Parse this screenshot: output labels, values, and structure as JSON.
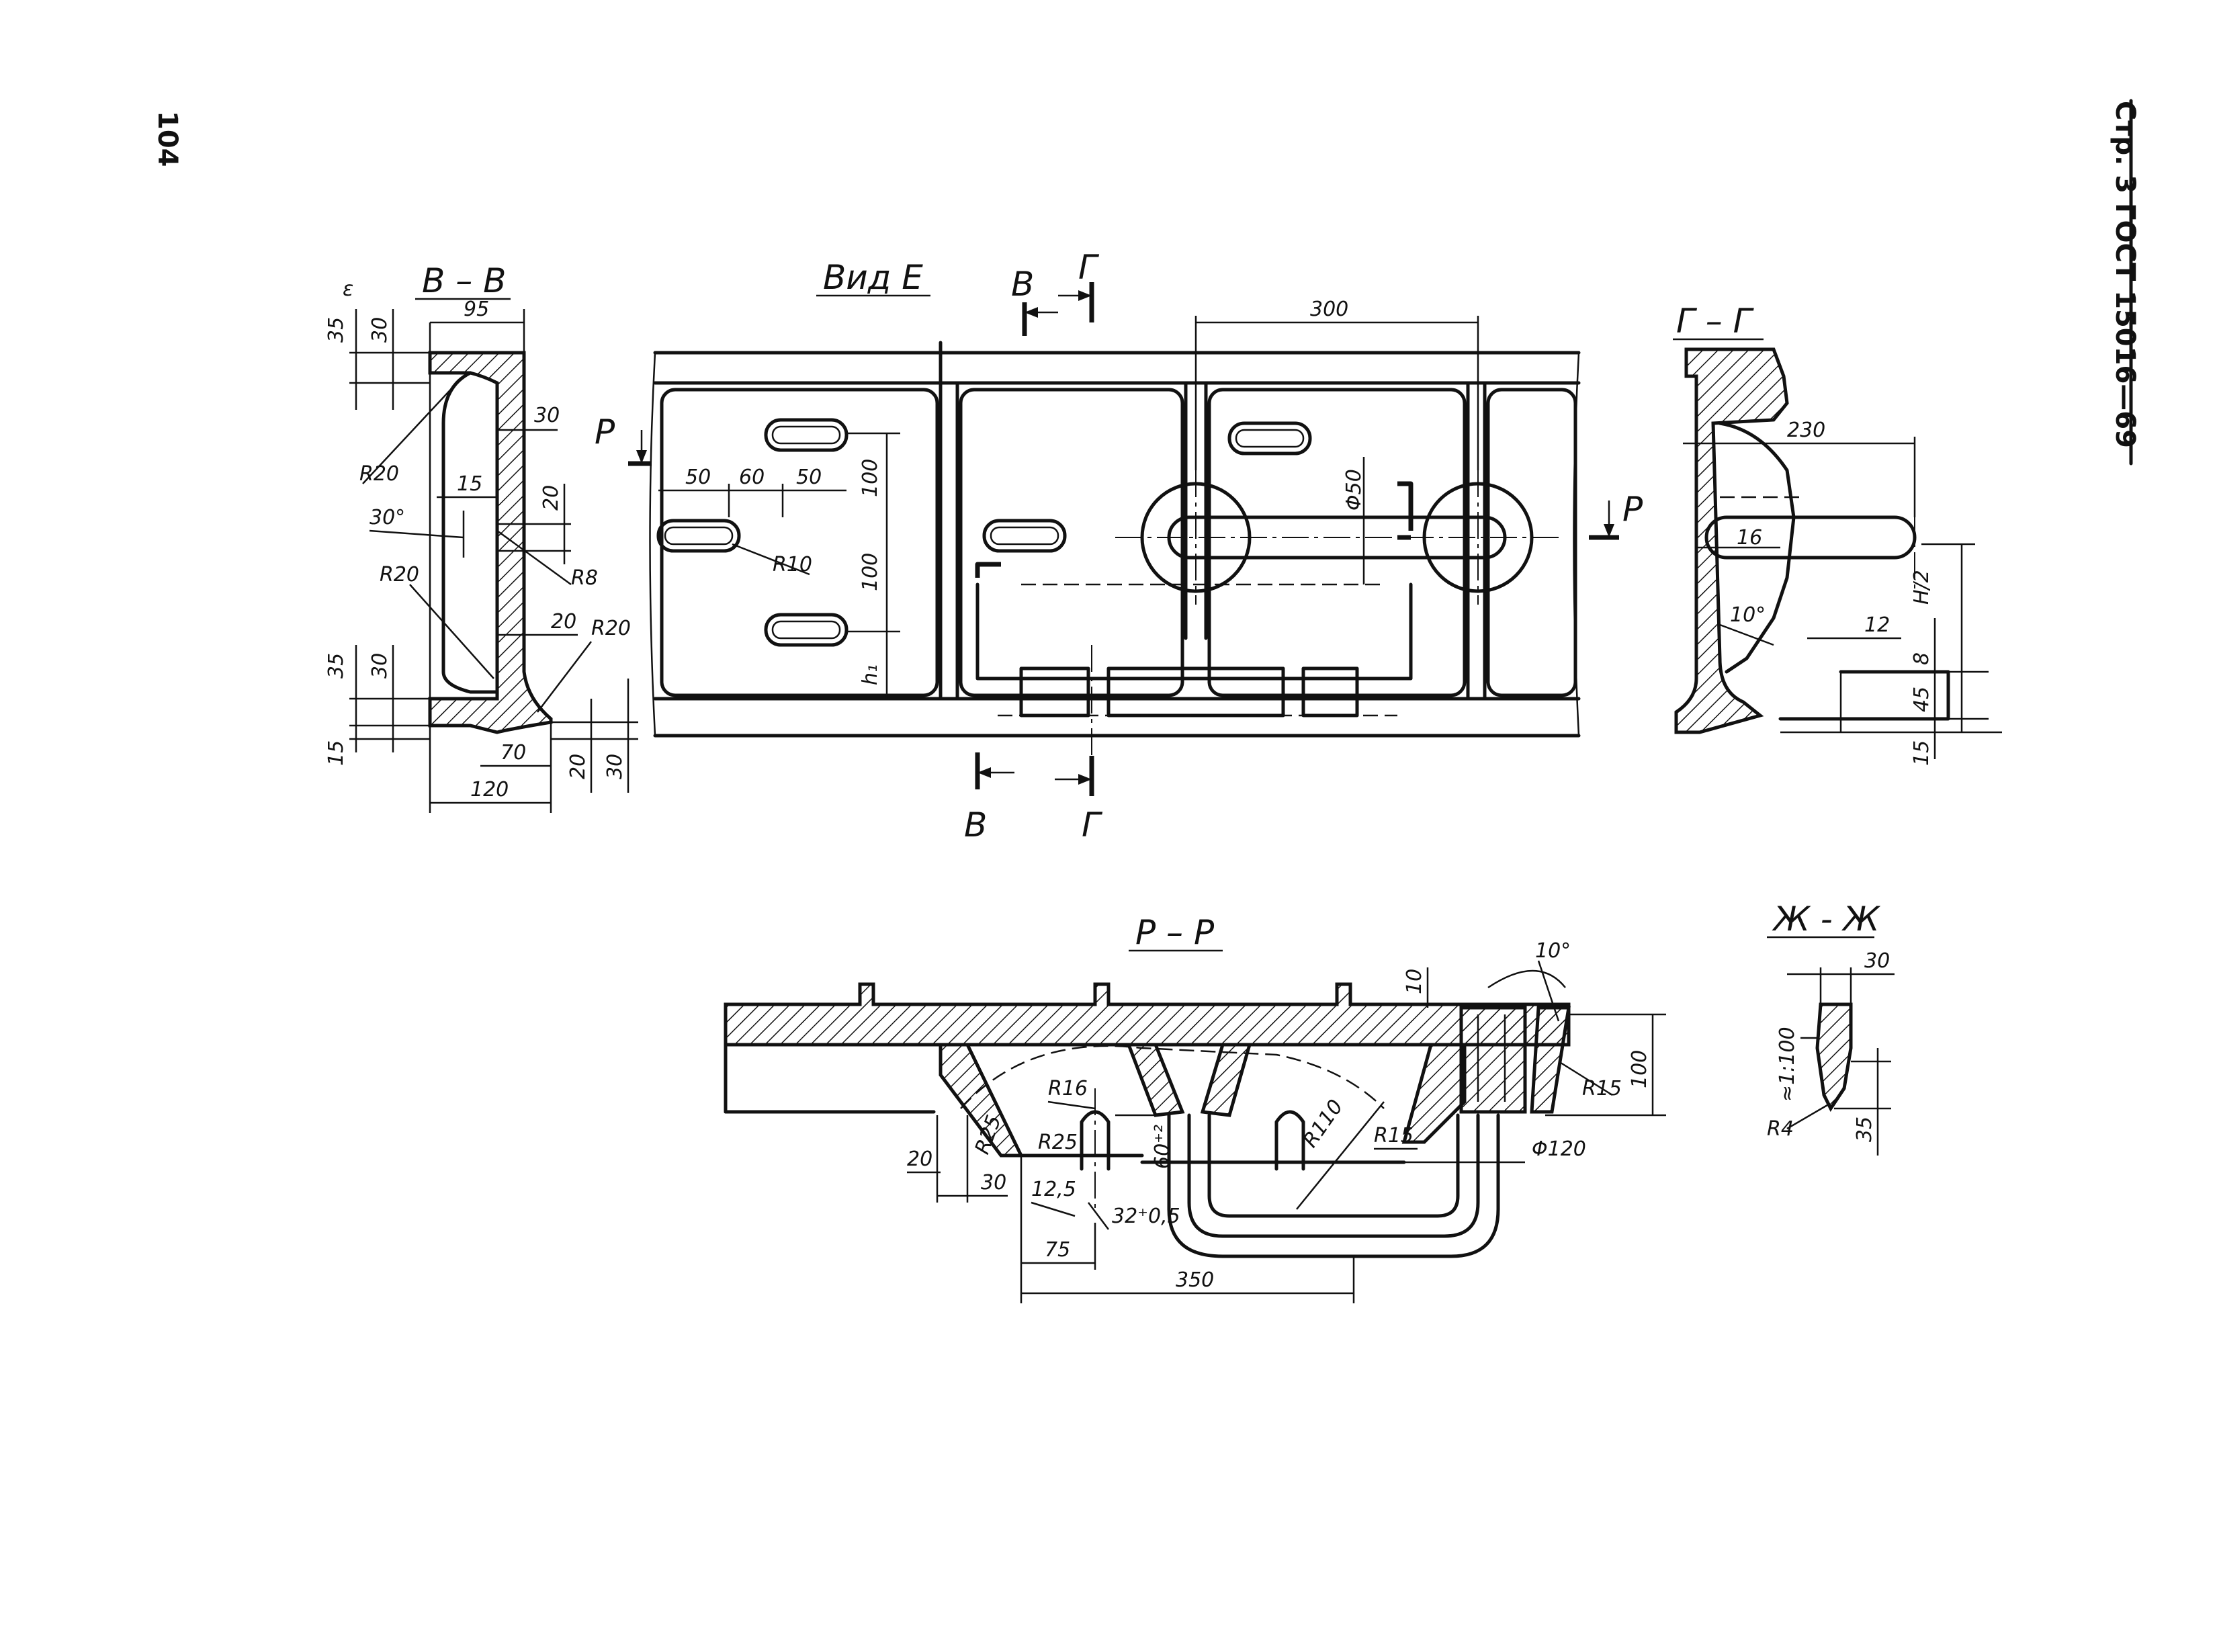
{
  "page": {
    "page_number": "104",
    "header_text": "Стр. 3  ГОСТ 15016—69",
    "small_mark": "ε"
  },
  "section_vv": {
    "title": "В – В",
    "dims": {
      "d95": "95",
      "d35a": "35",
      "d30a": "30",
      "d30b": "30",
      "r20a": "R20",
      "d15": "15",
      "d20a": "20",
      "ang30": "30°",
      "r8": "R8",
      "r20b": "R20",
      "d20b": "20",
      "r20c": "R20",
      "d35b": "35",
      "d30c": "30",
      "d15b": "15",
      "d70": "70",
      "d120": "120",
      "d20c": "20",
      "d30d": "30"
    }
  },
  "view_e": {
    "title": "Вид Е",
    "cut_top_left": "В",
    "cut_top_right": "Г",
    "cut_bottom_left": "В",
    "cut_bottom_right": "Г",
    "cut_p_left": "Р",
    "cut_p_right": "Р",
    "dims": {
      "d300": "300",
      "d50a": "50",
      "d60": "60",
      "d50b": "50",
      "d100a": "100",
      "d100b": "100",
      "h1": "h₁",
      "r10": "R10",
      "phi50": "Φ50"
    }
  },
  "section_gg": {
    "title": "Г – Г",
    "dims": {
      "d230": "230",
      "d16": "16",
      "ang10": "10°",
      "d12": "12",
      "d8": "8",
      "h2": "H/2",
      "d45": "45",
      "d15": "15"
    }
  },
  "section_pp": {
    "title": "Р – Р",
    "dims": {
      "d10": "10",
      "ang10": "10°",
      "r15a": "R15",
      "d100": "100",
      "r16": "R16",
      "r25a": "R25",
      "r25b": "R25",
      "d60": "60⁺²",
      "r110": "R110",
      "r15b": "R15",
      "phi120": "Φ120",
      "d20": "20",
      "d30": "30",
      "d12_5": "12,5",
      "d32": "32⁺0,5",
      "d75": "75",
      "d350": "350"
    }
  },
  "section_zz": {
    "title": "Ж - Ж",
    "dims": {
      "d30": "30",
      "slope": "≈1:100",
      "r4": "R4",
      "d35": "35"
    }
  }
}
